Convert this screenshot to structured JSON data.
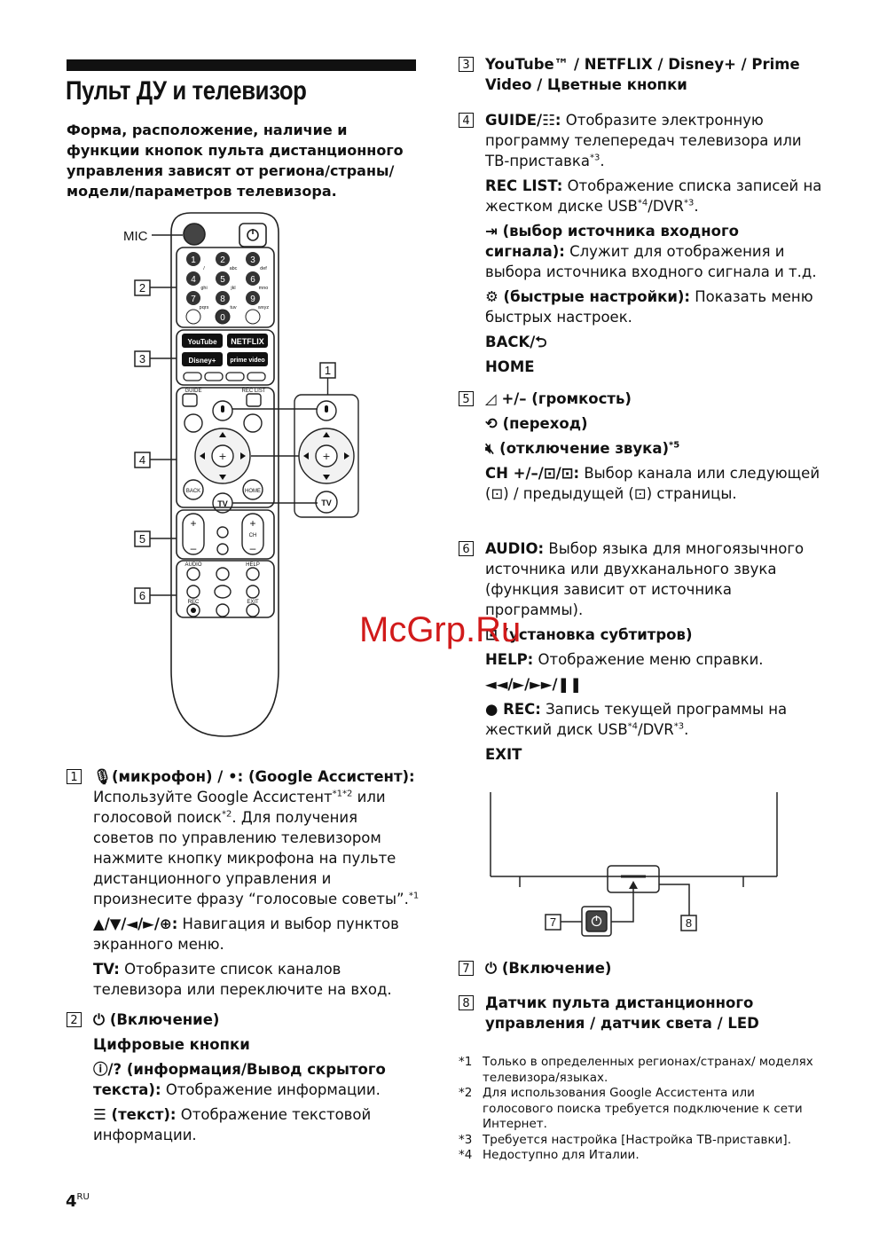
{
  "page": {
    "title": "Пульт ДУ и телевизор",
    "intro": "Форма, расположение, наличие и функции кнопок пульта дистанционного управления зависят от региона/страны/модели/параметров телевизора.",
    "number": "4",
    "locale": "RU",
    "watermark": "McGrp.Ru"
  },
  "remote": {
    "mic": "MIC",
    "callouts": [
      "2",
      "3",
      "4",
      "5",
      "6",
      "1"
    ],
    "keys": [
      {
        "d": "1",
        "s": "/"
      },
      {
        "d": "2",
        "s": "abc"
      },
      {
        "d": "3",
        "s": "def"
      },
      {
        "d": "4",
        "s": "ghi"
      },
      {
        "d": "5",
        "s": "jkl"
      },
      {
        "d": "6",
        "s": "mno"
      },
      {
        "d": "7",
        "s": "pqrs"
      },
      {
        "d": "8",
        "s": "tuv"
      },
      {
        "d": "9",
        "s": "wxyz"
      }
    ],
    "zero": "0",
    "apps": [
      "YouTube",
      "NETFLIX",
      "Disney+",
      "prime video"
    ],
    "guide": "GUIDE",
    "rec_list": "REC LIST",
    "back": "BACK",
    "home": "HOME",
    "tv": "TV",
    "ch": "CH",
    "audio": "AUDIO",
    "help": "HELP",
    "rec": "REC",
    "exit": "EXIT",
    "color_keys": [
      "#c62828",
      "#2e7d32",
      "#f9a825",
      "#1565c0"
    ]
  },
  "left_items": {
    "i1": {
      "num": "1",
      "head": "(микрофон) / ",
      "head2": "(Google Ассистент):",
      "t1": "Используйте Google Ассистент",
      "s1": "*1*2",
      "t2": " или голосовой поиск",
      "s2": "*2",
      "t3": ". Для получения советов по управлению телевизором нажмите кнопку микрофона на пульте дистанционного управления и произнесите фразу “голосовые советы”.",
      "s3": "*1",
      "nav_head": "▲/▼/◄/►/",
      "nav_colon": ":",
      "nav_text": " Навигация и выбор пунктов экранного меню.",
      "tv_head": "TV:",
      "tv_text": " Отобразите список каналов телевизора или переключите на вход."
    },
    "i2": {
      "num": "2",
      "power": "(Включение)",
      "digits": "Цифровые кнопки",
      "info_head": "(информация/Вывод скрытого текста):",
      "info_text": " Отображение информации.",
      "text_head": "(текст):",
      "text_text": " Отображение текстовой информации."
    }
  },
  "right_items": {
    "i3": {
      "num": "3",
      "head": "YouTube™ / NETFLIX / Disney+ / Prime Video / Цветные кнопки"
    },
    "i4": {
      "num": "4",
      "guide_head": "GUIDE/",
      "guide_colon": ":",
      "guide_text": " Отобразите электронную программу телепередач телевизора или ТВ-приставка",
      "guide_sup": "*3",
      "guide_end": ".",
      "rec_head": "REC LIST:",
      "rec_text": " Отображение списка записей на жестком диске USB",
      "rec_sup1": "*4",
      "rec_mid": "/DVR",
      "rec_sup2": "*3",
      "rec_end": ".",
      "input_head": "(выбор источника входного сигнала):",
      "input_text": " Служит для отображения и выбора источника входного сигнала и т.д.",
      "quick_head": "(быстрые настройки):",
      "quick_text": " Показать меню быстрых настроек.",
      "back": "BACK/",
      "home": "HOME"
    },
    "i5": {
      "num": "5",
      "vol": "+/– (громкость)",
      "jump": "(переход)",
      "mute": "(отключение звука)",
      "mute_sup": "*5",
      "ch_head": "CH +/–/",
      "ch_colon": ":",
      "ch_text1": " Выбор канала или следующей (",
      "ch_text2": ") / предыдущей (",
      "ch_text3": ") страницы."
    },
    "i6": {
      "num": "6",
      "audio_head": "AUDIO:",
      "audio_text": " Выбор языка для многоязычного источника или двухканального звука (функция зависит от источника программы).",
      "sub_head": "(установка субтитров)",
      "help_head": "HELP:",
      "help_text": " Отображение меню справки.",
      "transport": "◄◄/►/►►/❚❚",
      "rec_head": "● REC:",
      "rec_text": " Запись текущей программы на жесткий диск USB",
      "rec_sup1": "*4",
      "rec_mid": "/DVR",
      "rec_sup2": "*3",
      "rec_end": ".",
      "exit": "EXIT"
    },
    "i7": {
      "num": "7",
      "head": "(Включение)"
    },
    "i8": {
      "num": "8",
      "head": "Датчик пульта дистанционного управления / датчик света / LED"
    }
  },
  "tv_diagram": {
    "callout7": "7",
    "callout8": "8"
  },
  "footnotes": [
    {
      "key": "*1",
      "text": "Только в определенных регионах/странах/ моделях телевизора/языках."
    },
    {
      "key": "*2",
      "text": "Для использования Google Ассистента или голосового поиска требуется подключение к сети Интернет."
    },
    {
      "key": "*3",
      "text": "Требуется настройка [Настройка ТВ-приставки]."
    },
    {
      "key": "*4",
      "text": "Недоступно для Италии."
    }
  ]
}
